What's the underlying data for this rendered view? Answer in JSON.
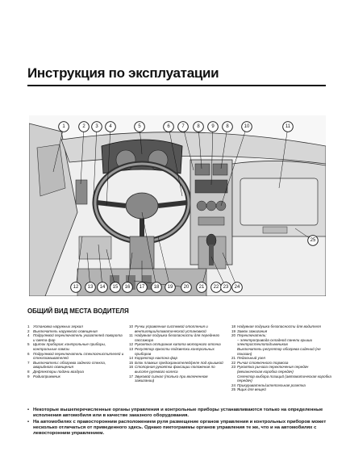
{
  "title": "Инструкция по эксплуатации",
  "caption": "ОБЩИЙ ВИД МЕСТА ВОДИТЕЛЯ",
  "callouts_top": [
    "1",
    "2",
    "3",
    "4",
    "5",
    "6",
    "7",
    "8",
    "9",
    "8",
    "10",
    "11",
    "25"
  ],
  "callouts_bottom": [
    "12",
    "13",
    "14",
    "15",
    "16",
    "17",
    "18",
    "19",
    "20",
    "21",
    "22",
    "23",
    "24"
  ],
  "legend_col1": [
    {
      "n": "1",
      "t": "Установка наружных зеркал"
    },
    {
      "n": "2",
      "t": "Выключатель наружного освещения"
    },
    {
      "n": "4",
      "t": "Подрулевой переключатель указателей поворота и света фар"
    },
    {
      "n": "5",
      "t": "Щиток приборов: контрольные приборы, контрольные лампы"
    },
    {
      "n": "6",
      "t": "Подрулевой переключатель стеклоочистителей и стеклоомывателей"
    },
    {
      "n": "7",
      "t": "Выключатели: обогрева заднего стекла, аварийного освещения"
    },
    {
      "n": "8",
      "t": "Дефлекторы подачи воздуха"
    },
    {
      "n": "9",
      "t": "Радиоприемник"
    }
  ],
  "legend_col2": [
    {
      "n": "10",
      "t": "Ручки управления системой отопления и вентиляции/климатической установкой"
    },
    {
      "n": "11",
      "t": "Надувная подушка безопасности для переднего пассажира"
    },
    {
      "n": "12",
      "t": "Рукоятка отпирания капота моторного отсека"
    },
    {
      "n": "13",
      "t": "Регулятор яркости подсветки контрольных приборов"
    },
    {
      "n": "14",
      "t": "Корректор наклона фар"
    },
    {
      "n": "15",
      "t": "Блок плавких предохранителей/реле под крышкой"
    },
    {
      "n": "16",
      "t": "Стопорная рукоятка фиксации положения по высоте рулевого колеса"
    },
    {
      "n": "17",
      "t": "Звуковой сигнал (только при включенном зажигании)"
    }
  ],
  "legend_col3": [
    {
      "n": "18",
      "t": "Надувная подушка безопасности для водителя"
    },
    {
      "n": "19",
      "t": "Замок зажигания"
    },
    {
      "n": "20",
      "t": "Переключатель:"
    },
    {
      "n": "",
      "t": "– электропривода складной панели крыши электростеклоподъемников"
    },
    {
      "n": "",
      "t": "Выключатель-регулятор обогрева сидений (не показан)"
    },
    {
      "n": "21",
      "t": "Педальный узел"
    },
    {
      "n": "22",
      "t": "Рычаг стояночного тормоза"
    },
    {
      "n": "23",
      "t": "Рукоятка рычага переключения передач (механическая коробка передач)"
    },
    {
      "n": "",
      "t": "Селектор выбора позиций (автоматическая коробка передач)"
    },
    {
      "n": "24",
      "t": "Прикуриватель/штепсельная розетка"
    },
    {
      "n": "25",
      "t": "Ящик для вещей"
    }
  ],
  "notes": [
    "Некоторые вышеперечисленные органы управления и контрольные приборы устанавливаются только на определенные исполнения автомобиля или в качестве заказного оборудования.",
    "На автомобилях с правосторонним расположением руля размещение органов управления и контрольных приборов может несколько отличаться от приведенного здесь. Однако пиктограммы органов управления те же, что и на автомобилях с левосторонним управлением."
  ],
  "bullet_char": "•"
}
